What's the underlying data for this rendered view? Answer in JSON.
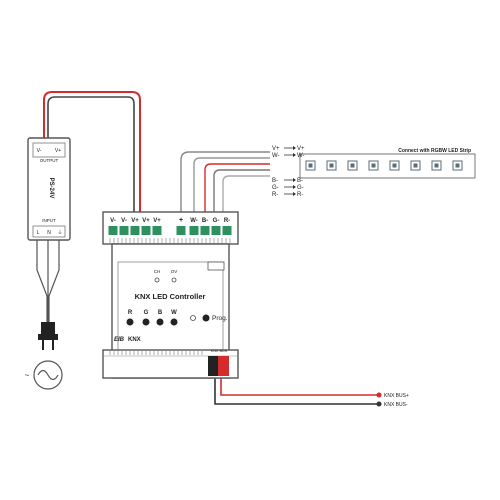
{
  "power_supply": {
    "model": "PS-24V",
    "output_label": "OUTPUT",
    "output_terminals": [
      "V-",
      "V+"
    ],
    "input_label": "INPUT",
    "input_terminals": [
      "L",
      "N",
      "⏚"
    ]
  },
  "plug": {
    "mains_symbol": "~"
  },
  "controller": {
    "title": "KNX LED Controller",
    "terminal_top_left": [
      "V-",
      "V-",
      "V+",
      "V+",
      "V+"
    ],
    "terminal_top_right": [
      "+",
      "W-",
      "B-",
      "G-",
      "R-"
    ],
    "status_leds": [
      "CH",
      "OV"
    ],
    "channels": [
      "R",
      "G",
      "B",
      "W"
    ],
    "prog_label": "Prog.",
    "eib_logo": "EIB",
    "knx_logo": "KNX",
    "bus_label": "KNX BUS"
  },
  "strip": {
    "title": "Connect with RGBW LED Strip",
    "wire_map": [
      {
        "from": "V+",
        "to": "V+"
      },
      {
        "from": "W-",
        "to": "W-"
      },
      {
        "from": "B-",
        "to": "B-"
      },
      {
        "from": "G-",
        "to": "G-"
      },
      {
        "from": "R-",
        "to": "R-"
      }
    ]
  },
  "bus": {
    "plus_label": "KNX BUS+",
    "minus_label": "KNX BUS-"
  },
  "colors": {
    "red_wire": "#d62b2b",
    "black_wire": "#333333",
    "green_terminal": "#2f8f5f",
    "strip_chip": "#5a6b7a",
    "device_outline": "#555555"
  }
}
